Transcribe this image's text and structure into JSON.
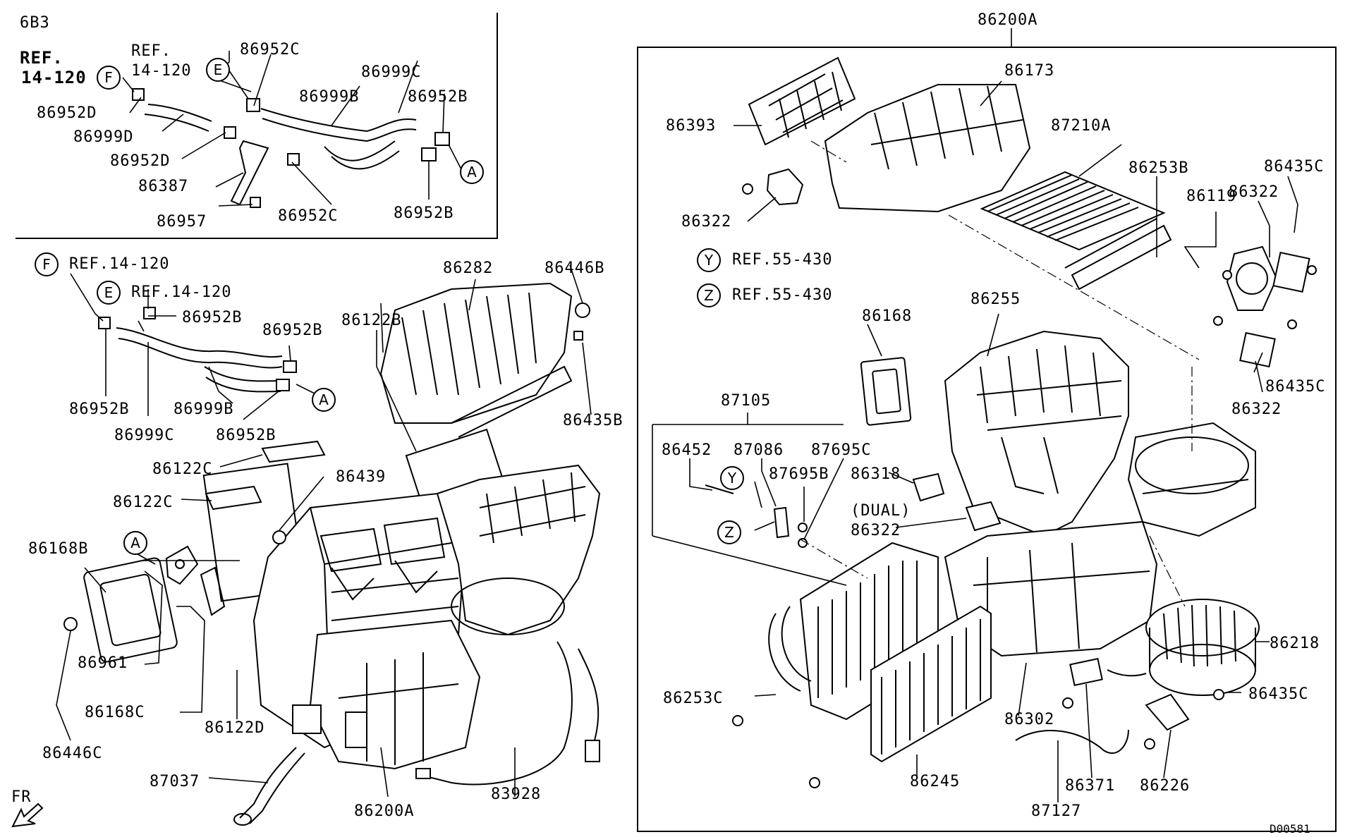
{
  "diagram": {
    "section_code": "6B3",
    "figure_code": "D00581",
    "fr_marker": "FR",
    "callouts": {
      "F": "F",
      "E": "E",
      "A": "A",
      "Y": "Y",
      "Z": "Z"
    },
    "refs": {
      "ref_top": "REF.",
      "ref_top_num": "14-120",
      "ref_top2": "REF.",
      "ref_top2_num": "14-120",
      "ref_f": "REF.14-120",
      "ref_e": "REF.14-120",
      "ref_y": "REF.55-430",
      "ref_z": "REF.55-430",
      "dual": "(DUAL)"
    },
    "labels": {
      "p86952C_a": "86952C",
      "p86999C_a": "86999C",
      "p86999B_a": "86999B",
      "p86952B_a": "86952B",
      "p86952D_a": "86952D",
      "p86999D": "86999D",
      "p86952D_b": "86952D",
      "p86387": "86387",
      "p86957": "86957",
      "p86952C_b": "86952C",
      "p86952B_b": "86952B",
      "p86282": "86282",
      "p86446B": "86446B",
      "p86952B_c": "86952B",
      "p86952B_d": "86952B",
      "p86122B": "86122B",
      "p86952B_e": "86952B",
      "p86999B_b": "86999B",
      "p86999C_b": "86999C",
      "p86952B_f": "86952B",
      "p86435B": "86435B",
      "p86122C_a": "86122C",
      "p86439": "86439",
      "p86122C_b": "86122C",
      "p86168B": "86168B",
      "p86961": "86961",
      "p86168C": "86168C",
      "p86122D": "86122D",
      "p86446C": "86446C",
      "p87037": "87037",
      "p86200A_a": "86200A",
      "p83928": "83928",
      "p86200A_b": "86200A",
      "p86173": "86173",
      "p86393": "86393",
      "p87210A": "87210A",
      "p86253B": "86253B",
      "p86435C_a": "86435C",
      "p86322_a": "86322",
      "p86322_b": "86322",
      "p86119": "86119",
      "p86168": "86168",
      "p86255": "86255",
      "p86435C_b": "86435C",
      "p86322_c": "86322",
      "p87105": "87105",
      "p86452": "86452",
      "p87086": "87086",
      "p87695C": "87695C",
      "p87695B": "87695B",
      "p86318": "86318",
      "p86322_d": "86322",
      "p86218": "86218",
      "p86253C": "86253C",
      "p86302": "86302",
      "p86435C_c": "86435C",
      "p86245": "86245",
      "p86371": "86371",
      "p86226": "86226",
      "p87127": "87127"
    }
  }
}
